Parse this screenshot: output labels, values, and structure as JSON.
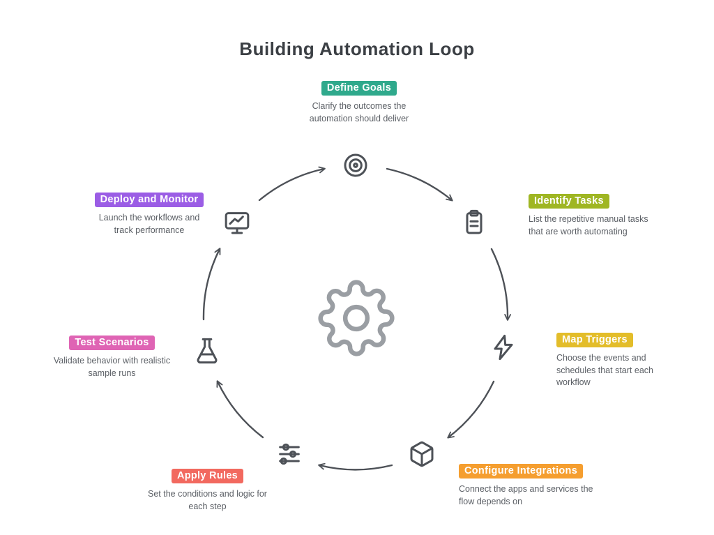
{
  "title": "Building Automation Loop",
  "center": {
    "icon": "gear-icon"
  },
  "steps": [
    {
      "id": "define-goals",
      "label": "Define Goals",
      "color": "#2fa98c",
      "description": "Clarify the outcomes the automation should deliver",
      "icon": "target-icon"
    },
    {
      "id": "identify-tasks",
      "label": "Identify Tasks",
      "color": "#9fb623",
      "description": "List the repetitive manual tasks that are worth automating",
      "icon": "clipboard-icon"
    },
    {
      "id": "map-triggers",
      "label": "Map Triggers",
      "color": "#e3bd2a",
      "description": "Choose the events and schedules that start each workflow",
      "icon": "bolt-icon"
    },
    {
      "id": "configure-integrations",
      "label": "Configure Integrations",
      "color": "#f59e2f",
      "description": "Connect the apps and services the flow depends on",
      "icon": "package-icon"
    },
    {
      "id": "apply-rules",
      "label": "Apply Rules",
      "color": "#f2695f",
      "description": "Set the conditions and logic for each step",
      "icon": "sliders-icon"
    },
    {
      "id": "test-scenarios",
      "label": "Test Scenarios",
      "color": "#df64b4",
      "description": "Validate behavior with realistic sample runs",
      "icon": "flask-icon"
    },
    {
      "id": "deploy-monitor",
      "label": "Deploy and Monitor",
      "color": "#9b5de5",
      "description": "Launch the workflows and track performance",
      "icon": "monitor-icon"
    }
  ]
}
